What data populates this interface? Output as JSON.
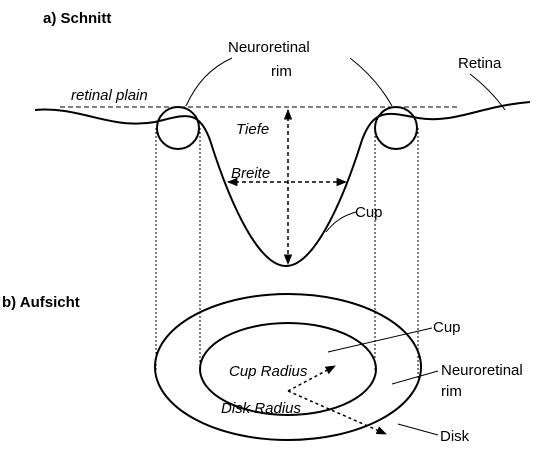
{
  "diagram": {
    "section_a_title": "a) Schnitt",
    "section_b_title": "b) Aufsicht",
    "labels": {
      "neuroretinal_rim_top_line1": "Neuroretinal",
      "neuroretinal_rim_top_line2": "rim",
      "retina": "Retina",
      "retinal_plain": "retinal plain",
      "tiefe": "Tiefe",
      "breite": "Breite",
      "cup_top": "Cup",
      "cup_bottom": "Cup",
      "cup_radius": "Cup Radius",
      "disk_radius": "Disk Radius",
      "neuroretinal_rim_bottom_line1": "Neuroretinal",
      "neuroretinal_rim_bottom_line2": "rim",
      "disk": "Disk"
    },
    "colors": {
      "line": "#000000",
      "background": "#ffffff"
    }
  }
}
